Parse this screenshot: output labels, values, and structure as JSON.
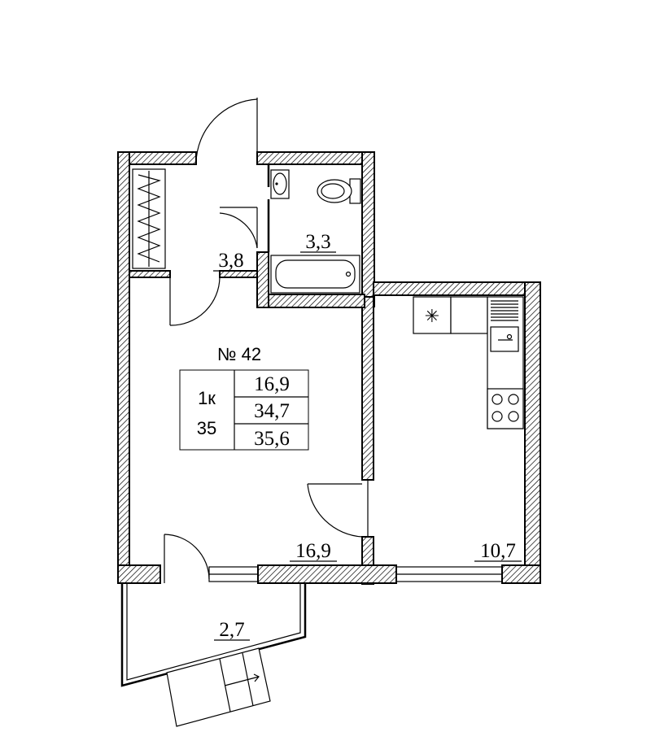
{
  "apartment": {
    "number_label": "№ 42",
    "type_label": "1к",
    "floor_label": "35",
    "areas": [
      "16,9",
      "34,7",
      "35,6"
    ]
  },
  "rooms": {
    "hall": "3,8",
    "bathroom": "3,3",
    "living_room": "16,9",
    "kitchen": "10,7",
    "balcony": "2,7"
  }
}
